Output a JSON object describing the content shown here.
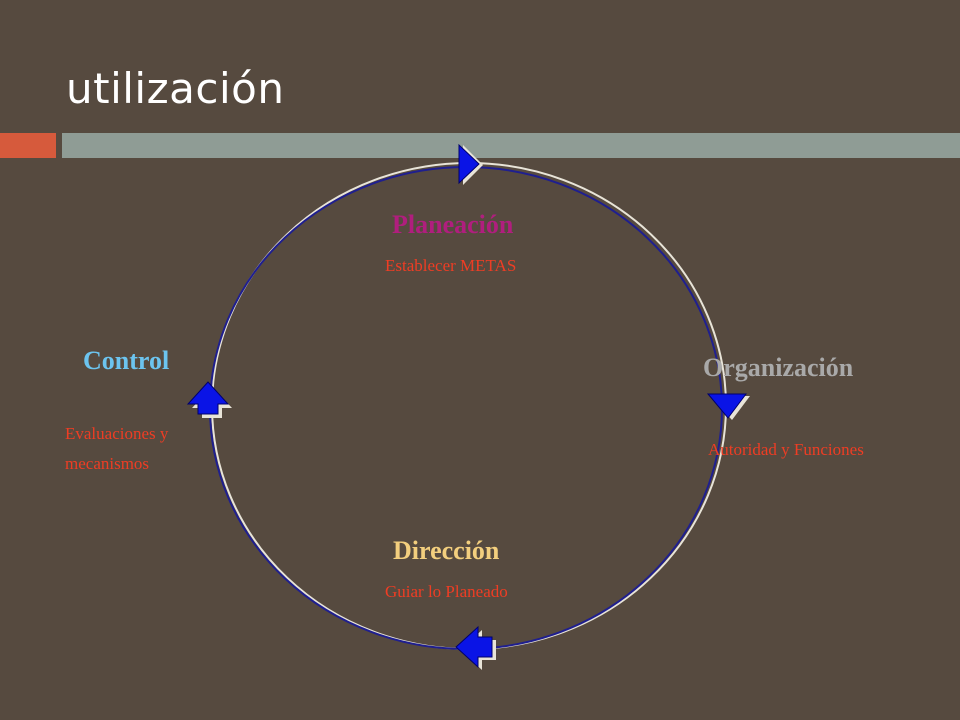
{
  "slide": {
    "title": "utilización"
  },
  "cycle": {
    "planeacion": {
      "name": "Planeación",
      "description": "Establecer  METAS",
      "color": "#b01e7e"
    },
    "organizacion": {
      "name": "Organización",
      "description": "Autoridad  y  Funciones",
      "color": "#a9a9a9"
    },
    "direccion": {
      "name": "Dirección",
      "description": "Guiar lo  Planeado",
      "color": "#f3cf7e"
    },
    "control": {
      "name": "Control",
      "description_line1": "Evaluaciones y",
      "description_line2": "mecanismos",
      "color": "#6cc4ef"
    },
    "description_color": "#ee3d24",
    "circle_color": "#1f1f8f",
    "arrow_color": "#0a14e6"
  }
}
